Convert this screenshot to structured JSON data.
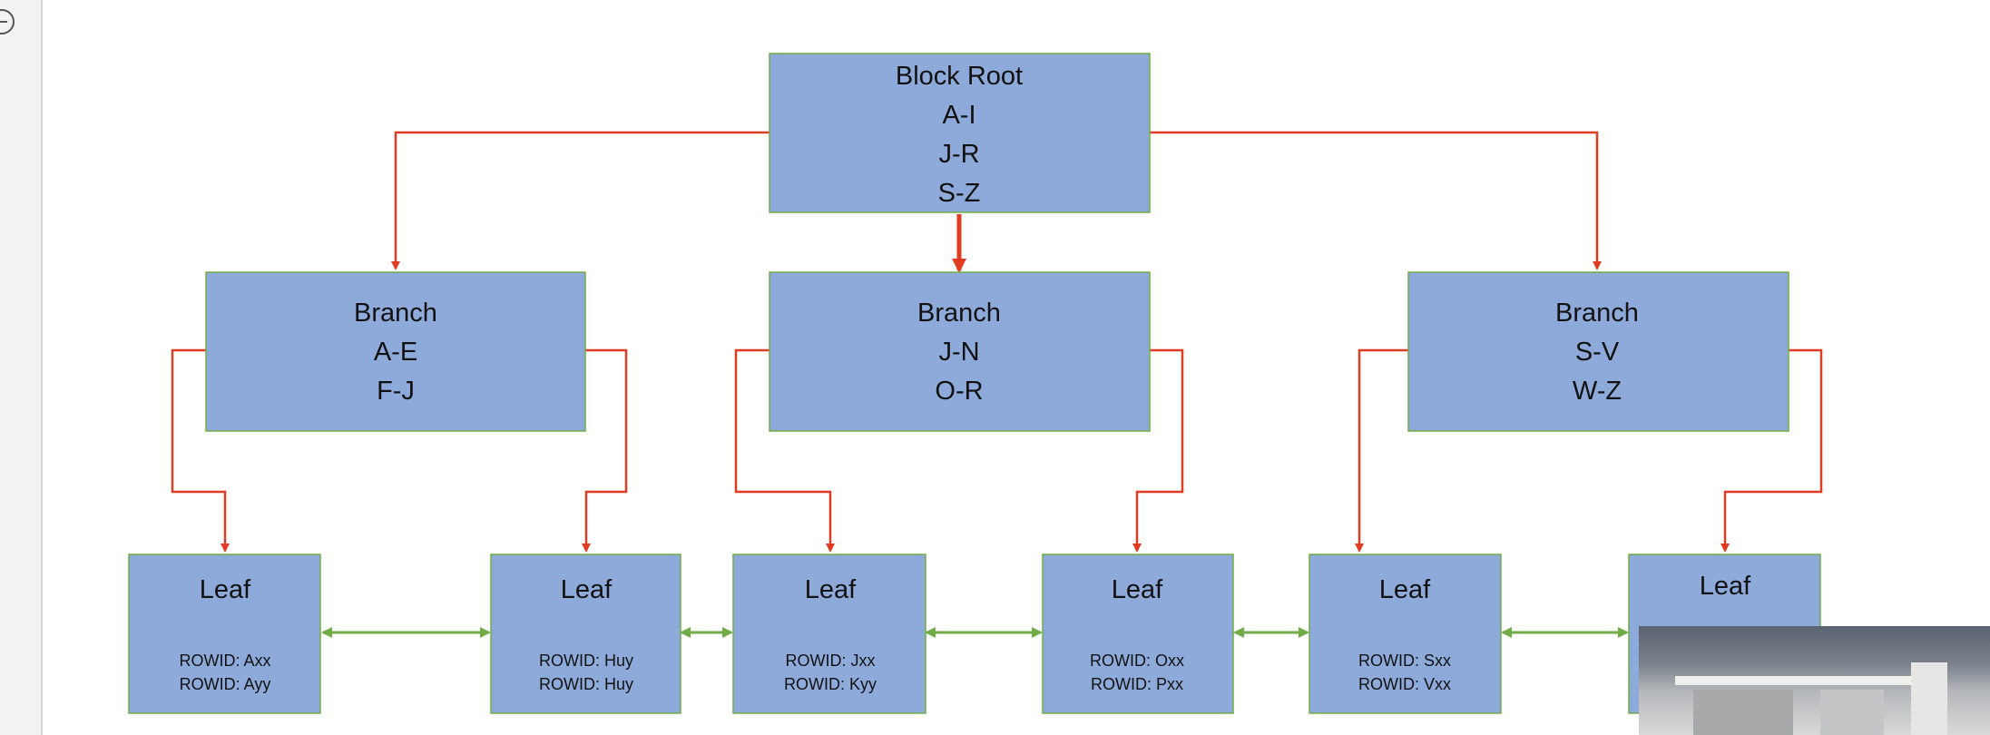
{
  "root": {
    "lines": [
      "Block Root",
      "A-I",
      "J-R",
      "S-Z"
    ]
  },
  "branches": [
    {
      "lines": [
        "Branch",
        "A-E",
        "F-J"
      ]
    },
    {
      "lines": [
        "Branch",
        "J-N",
        "O-R"
      ]
    },
    {
      "lines": [
        "Branch",
        "S-V",
        "W-Z"
      ]
    }
  ],
  "leaves": [
    {
      "title": "Leaf",
      "rowids": [
        "ROWID: Axx",
        "ROWID: Ayy"
      ]
    },
    {
      "title": "Leaf",
      "rowids": [
        "ROWID: Huy",
        "ROWID: Huy"
      ]
    },
    {
      "title": "Leaf",
      "rowids": [
        "ROWID: Jxx",
        "ROWID: Kyy"
      ]
    },
    {
      "title": "Leaf",
      "rowids": [
        "ROWID: Oxx",
        "ROWID: Pxx"
      ]
    },
    {
      "title": "Leaf",
      "rowids": [
        "ROWID: Sxx",
        "ROWID: Vxx"
      ]
    },
    {
      "title": "Leaf",
      "rowids": []
    }
  ],
  "colors": {
    "box_fill": "#8eaadb",
    "box_border": "#70ad47",
    "tree_arrow": "#e03c22",
    "leaf_link_arrow": "#70ad47"
  }
}
